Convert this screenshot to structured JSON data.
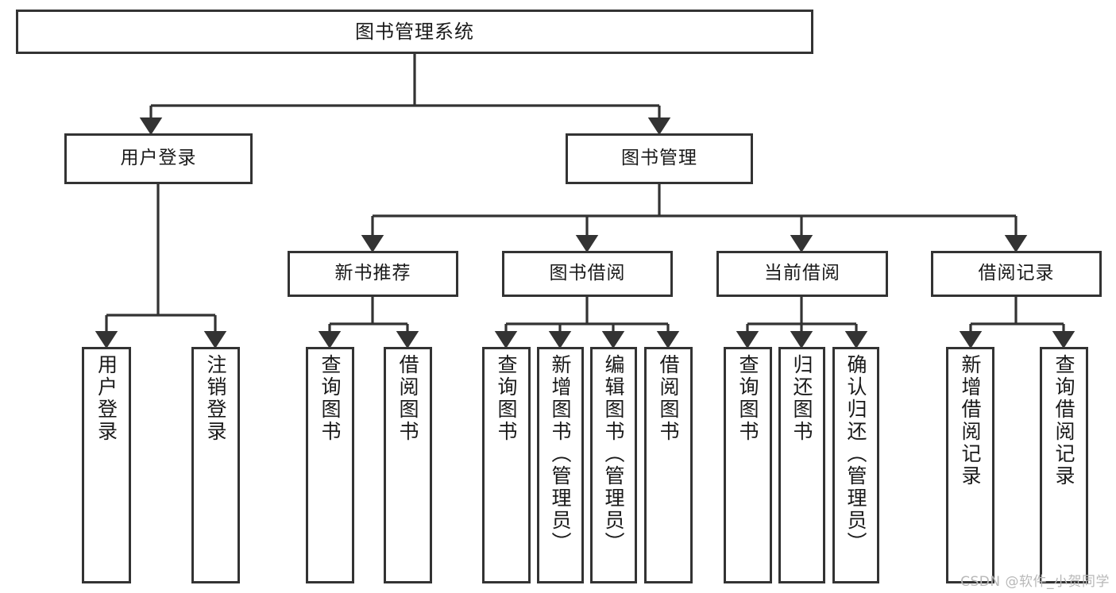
{
  "diagram": {
    "title": "图书管理系统",
    "type": "tree-hierarchy",
    "orientation": "top-down",
    "colors": {
      "stroke": "#333333",
      "fill": "#ffffff",
      "text": "#1a1a1a",
      "watermark": "#b8b8b8"
    },
    "root": {
      "id": "root",
      "label": "图书管理系统"
    },
    "level2": [
      {
        "id": "user-login",
        "label": "用户登录"
      },
      {
        "id": "book-management",
        "label": "图书管理"
      }
    ],
    "level3": [
      {
        "id": "new-book-recommend",
        "label": "新书推荐",
        "parent": "book-management"
      },
      {
        "id": "book-borrow",
        "label": "图书借阅",
        "parent": "book-management"
      },
      {
        "id": "current-borrow",
        "label": "当前借阅",
        "parent": "book-management"
      },
      {
        "id": "borrow-record",
        "label": "借阅记录",
        "parent": "book-management"
      }
    ],
    "leaves": [
      {
        "id": "leaf-user-login",
        "label": "用户登录",
        "parent": "user-login"
      },
      {
        "id": "leaf-logout-login",
        "label": "注销登录",
        "parent": "user-login"
      },
      {
        "id": "leaf-query-book-1",
        "label": "查询图书",
        "parent": "new-book-recommend"
      },
      {
        "id": "leaf-borrow-book-1",
        "label": "借阅图书",
        "parent": "new-book-recommend"
      },
      {
        "id": "leaf-query-book-2",
        "label": "查询图书",
        "parent": "book-borrow"
      },
      {
        "id": "leaf-add-book",
        "label": "新增图书（管理员）",
        "parent": "book-borrow"
      },
      {
        "id": "leaf-edit-book",
        "label": "编辑图书（管理员）",
        "parent": "book-borrow"
      },
      {
        "id": "leaf-borrow-book-2",
        "label": "借阅图书",
        "parent": "book-borrow"
      },
      {
        "id": "leaf-query-book-3",
        "label": "查询图书",
        "parent": "current-borrow"
      },
      {
        "id": "leaf-return-book",
        "label": "归还图书",
        "parent": "current-borrow"
      },
      {
        "id": "leaf-confirm-return",
        "label": "确认归还（管理员）",
        "parent": "current-borrow"
      },
      {
        "id": "leaf-add-record",
        "label": "新增借阅记录",
        "parent": "borrow-record"
      },
      {
        "id": "leaf-query-record",
        "label": "查询借阅记录",
        "parent": "borrow-record"
      }
    ],
    "watermark": "CSDN @软件_小贺同学"
  }
}
